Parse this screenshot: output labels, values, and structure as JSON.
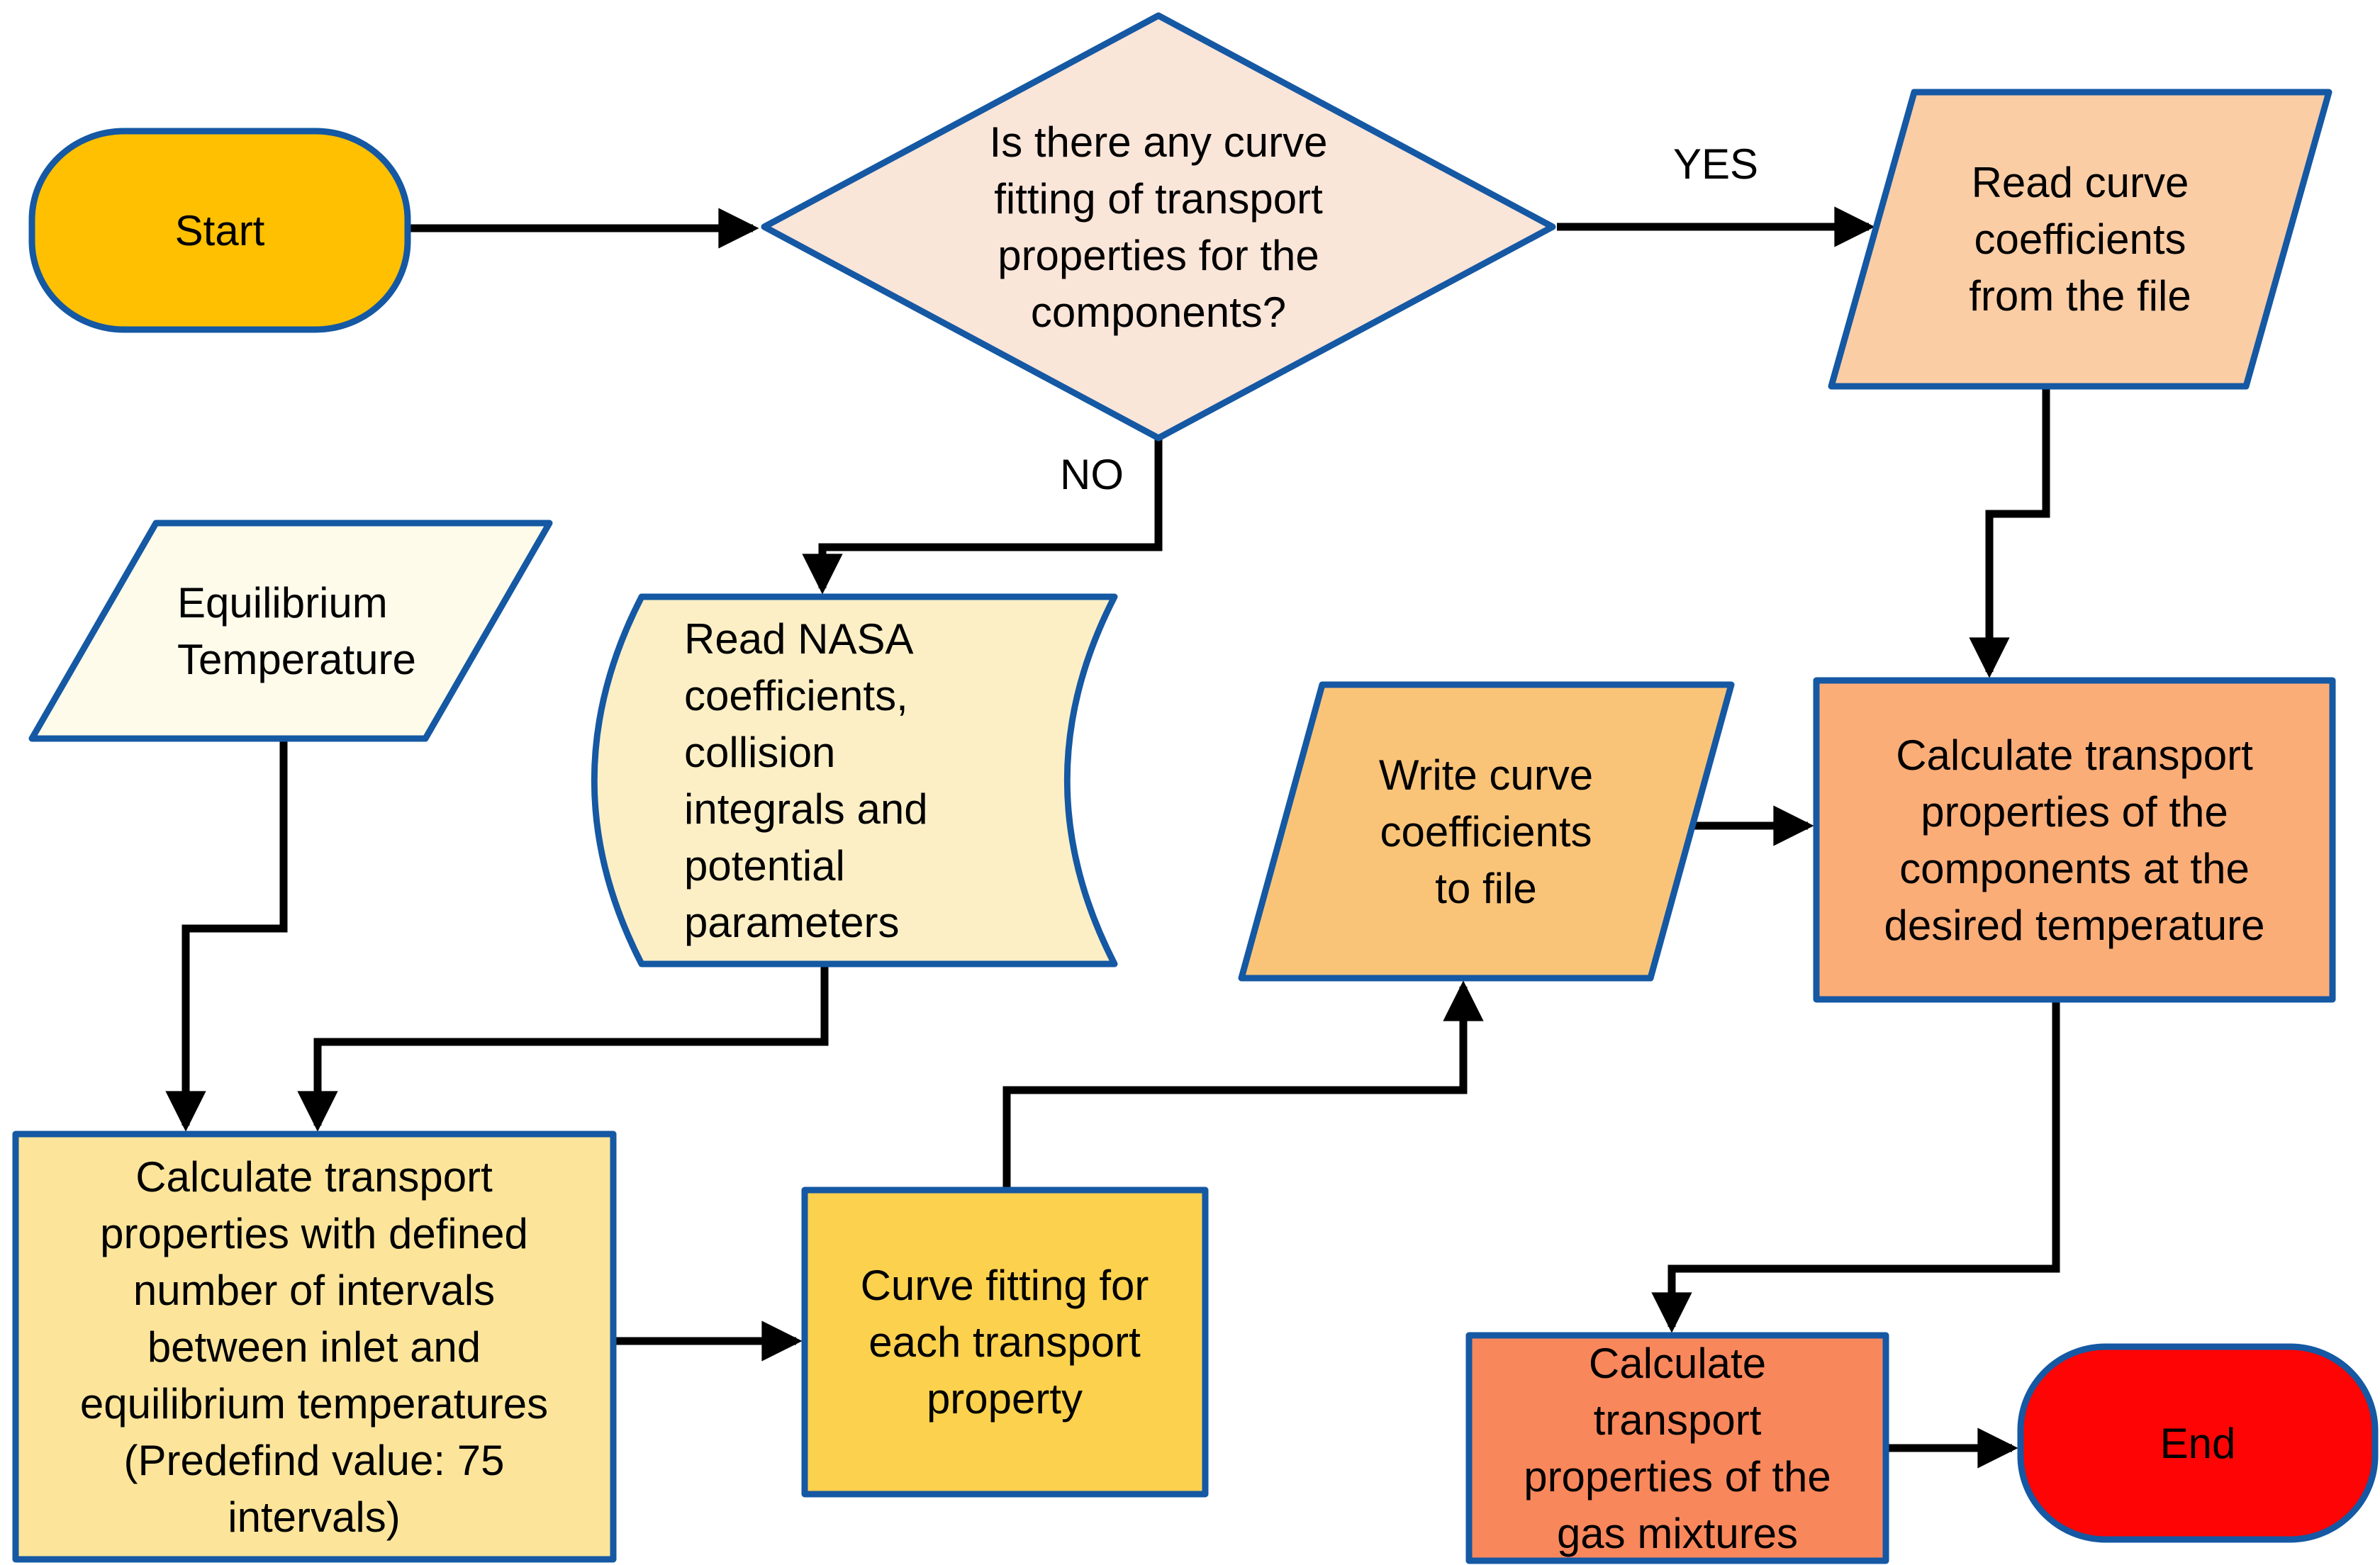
{
  "diagram": {
    "type": "flowchart",
    "background_color": "#FFFFFF",
    "border_color": "#1558A3",
    "arrow_color": "#000000",
    "text_color": "#000000",
    "nodes": {
      "start": {
        "shape": "terminator",
        "label": "Start",
        "fill": "#FEC001"
      },
      "decision": {
        "shape": "decision",
        "label": "Is there any curve\nfitting of transport\nproperties for the\ncomponents?",
        "fill": "#FAE5D9"
      },
      "read_curve": {
        "shape": "parallelogram",
        "label": "Read curve\ncoefficients\nfrom the file",
        "fill": "#FACDA5"
      },
      "equilibrium": {
        "shape": "parallelogram",
        "label": "Equilibrium\nTemperature",
        "fill": "#FEFBEB"
      },
      "read_nasa": {
        "shape": "stored-data",
        "label": "Read NASA\ncoefficients,\ncollision\nintegrals and\npotential\nparameters",
        "fill": "#FCEFC6"
      },
      "write_curve": {
        "shape": "parallelogram",
        "label": "Write curve\ncoefficients\nto file",
        "fill": "#FAC478"
      },
      "calc_components": {
        "shape": "process",
        "label": "Calculate transport\nproperties of the\ncomponents at the\ndesired temperature",
        "fill": "#FBAD78"
      },
      "calc_intervals": {
        "shape": "process",
        "label": "Calculate transport\nproperties  with defined\nnumber of intervals\nbetween inlet and\nequilibrium temperatures\n(Predefind value: 75\nintervals)",
        "fill": "#FCE59B"
      },
      "curve_fitting": {
        "shape": "process",
        "label": "Curve fitting for\neach transport\nproperty",
        "fill": "#FBD14E"
      },
      "gas_mixtures": {
        "shape": "process",
        "label": "Calculate\ntransport\nproperties of the\ngas mixtures",
        "fill": "#F9875C"
      },
      "end": {
        "shape": "terminator",
        "label": "End",
        "fill": "#FE0404"
      }
    },
    "edge_labels": {
      "yes": "YES",
      "no": "NO"
    }
  }
}
